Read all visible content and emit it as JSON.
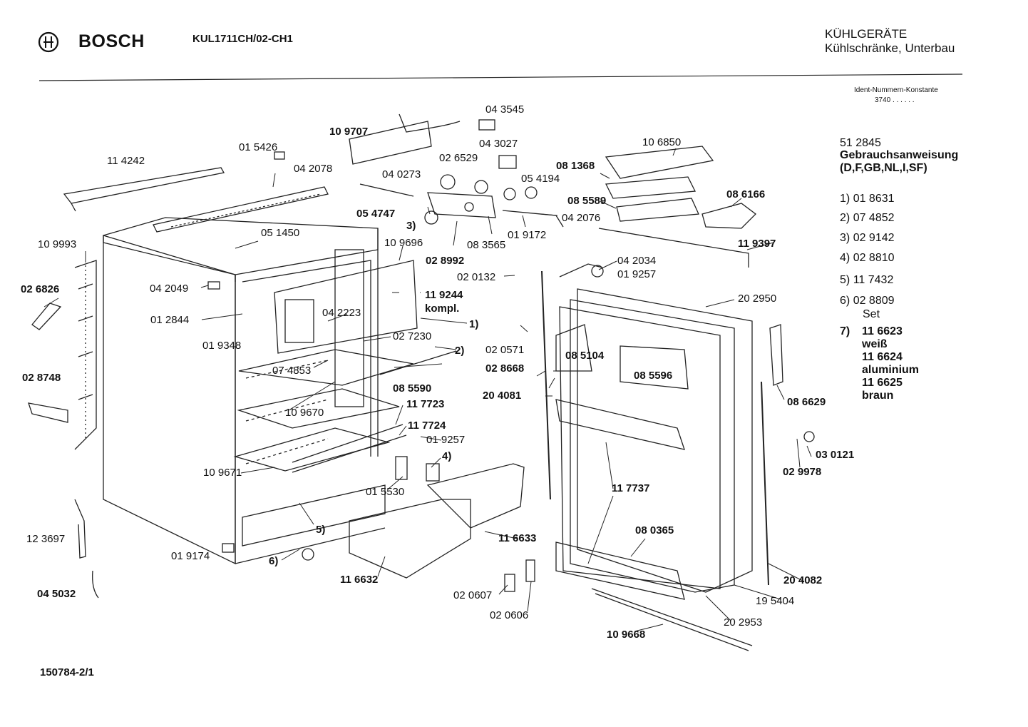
{
  "header": {
    "brand": "BOSCH",
    "model": "KUL1711CH/02-CH1",
    "category": "KÜHLGERÄTE",
    "subcategory": "Kühlschränke, Unterbau",
    "ident_label": "Ident-Nummern-Konstante",
    "ident_value": "3740  . .   . . . ."
  },
  "legend": {
    "manual_number": "51 2845",
    "manual_title": "Gebrauchsanweisung",
    "manual_langs": "(D,F,GB,NL,I,SF)",
    "items": [
      {
        "key": "1)",
        "value": "01 8631"
      },
      {
        "key": "2)",
        "value": "07 4852"
      },
      {
        "key": "3)",
        "value": "02 9142"
      },
      {
        "key": "4)",
        "value": "02 8810"
      },
      {
        "key": "5)",
        "value": "11 7432"
      },
      {
        "key": "6)",
        "value": "02 8809"
      }
    ],
    "item6_note": "Set",
    "item7_key": "7)",
    "item7_lines": [
      "11 6623",
      "weiß",
      "11 6624",
      "aluminium",
      "11 6625",
      "braun"
    ]
  },
  "parts": {
    "p109707": "10 9707",
    "p043545": "04 3545",
    "p043027": "04 3027",
    "p026529": "02 6529",
    "p114242": "11 4242",
    "p015426": "01 5426",
    "p042078": "04 2078",
    "p040273": "04 0273",
    "p054194": "05 4194",
    "p106850": "10 6850",
    "p081368": "08 1368",
    "p085589": "08 5589",
    "p086166": "08 6166",
    "p054747": "05 4747",
    "p042076": "04 2076",
    "p3": "3)",
    "p051450": "05 1450",
    "p019172": "01 9172",
    "p109993": "10 9993",
    "p109696": "10 9696",
    "p028992": "02 8992",
    "p083565": "08 3565",
    "p119397": "11 9397",
    "p042034": "04 2034",
    "p019257a": "01 9257",
    "p020132": "02 0132",
    "p026826": "02 6826",
    "p042049": "04 2049",
    "p119244": "11 9244",
    "p119244b": "kompl.",
    "p202950": "20 2950",
    "p012844": "01 2844",
    "p042223": "04 2223",
    "p1": "1)",
    "p027230": "02 7230",
    "p2": "2)",
    "p019348": "01 9348",
    "p020571": "02 0571",
    "p085104": "08 5104",
    "p085596": "08 5596",
    "p074853": "07 4853",
    "p028748": "02 8748",
    "p085590": "08 5590",
    "p028668": "02 8668",
    "p204081": "20 4081",
    "p117723": "11 7723",
    "p109670": "10 9670",
    "p086629": "08 6629",
    "p117724": "11 7724",
    "p019257b": "01 9257",
    "p030121": "03 0121",
    "p4": "4)",
    "p109671": "10 9671",
    "p029978": "02 9978",
    "p015530": "01 5530",
    "p117737": "11 7737",
    "p5": "5)",
    "p123697": "12 3697",
    "p080365": "08 0365",
    "p116633": "11 6633",
    "p019174": "01 9174",
    "p6": "6)",
    "p204082": "20 4082",
    "p116632": "11 6632",
    "p045032": "04 5032",
    "p020607": "02 0607",
    "p195404": "19 5404",
    "p020606": "02 0606",
    "p202953": "20 2953",
    "p109668": "10 9668"
  },
  "footer": "150784-2/1"
}
